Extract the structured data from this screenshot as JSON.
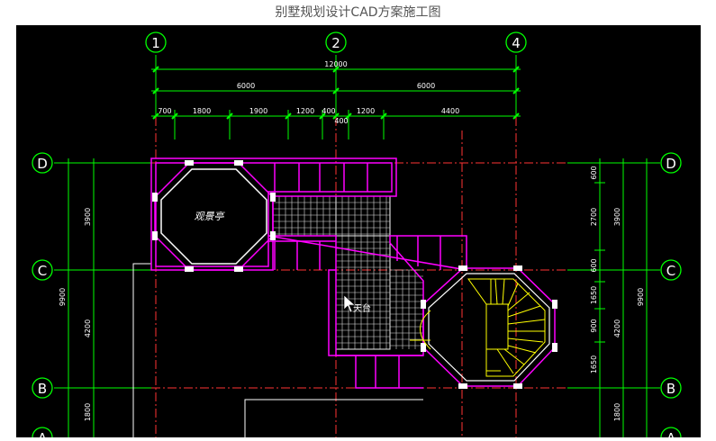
{
  "page": {
    "title": "别墅规划设计CAD方案施工图"
  },
  "drawing": {
    "axes_top": [
      "1",
      "2",
      "4"
    ],
    "axes_side": [
      "D",
      "C",
      "B",
      "A"
    ],
    "dims_top_total": "12000",
    "dims_top_halves": [
      "6000",
      "6000"
    ],
    "dims_top_parts": [
      "700",
      "1800",
      "1900",
      "1200",
      "400",
      "1200",
      "4400"
    ],
    "dim_400_below": "400",
    "dims_left_outer": "9900",
    "dims_left_inner": [
      "3900",
      "4200",
      "1800"
    ],
    "dims_right_inner": [
      "600",
      "2700",
      "600",
      "1650",
      "900",
      "1650"
    ],
    "dims_right_mid": [
      "3900",
      "4200",
      "1800"
    ],
    "dims_right_outer": "9900",
    "room_labels": [
      "观景亭",
      "天台"
    ],
    "colors": {
      "background": "#000000",
      "green": "#00ff00",
      "magenta": "#ff00ff",
      "red": "#ff3333",
      "yellow": "#ffff00",
      "white": "#ffffff"
    }
  }
}
